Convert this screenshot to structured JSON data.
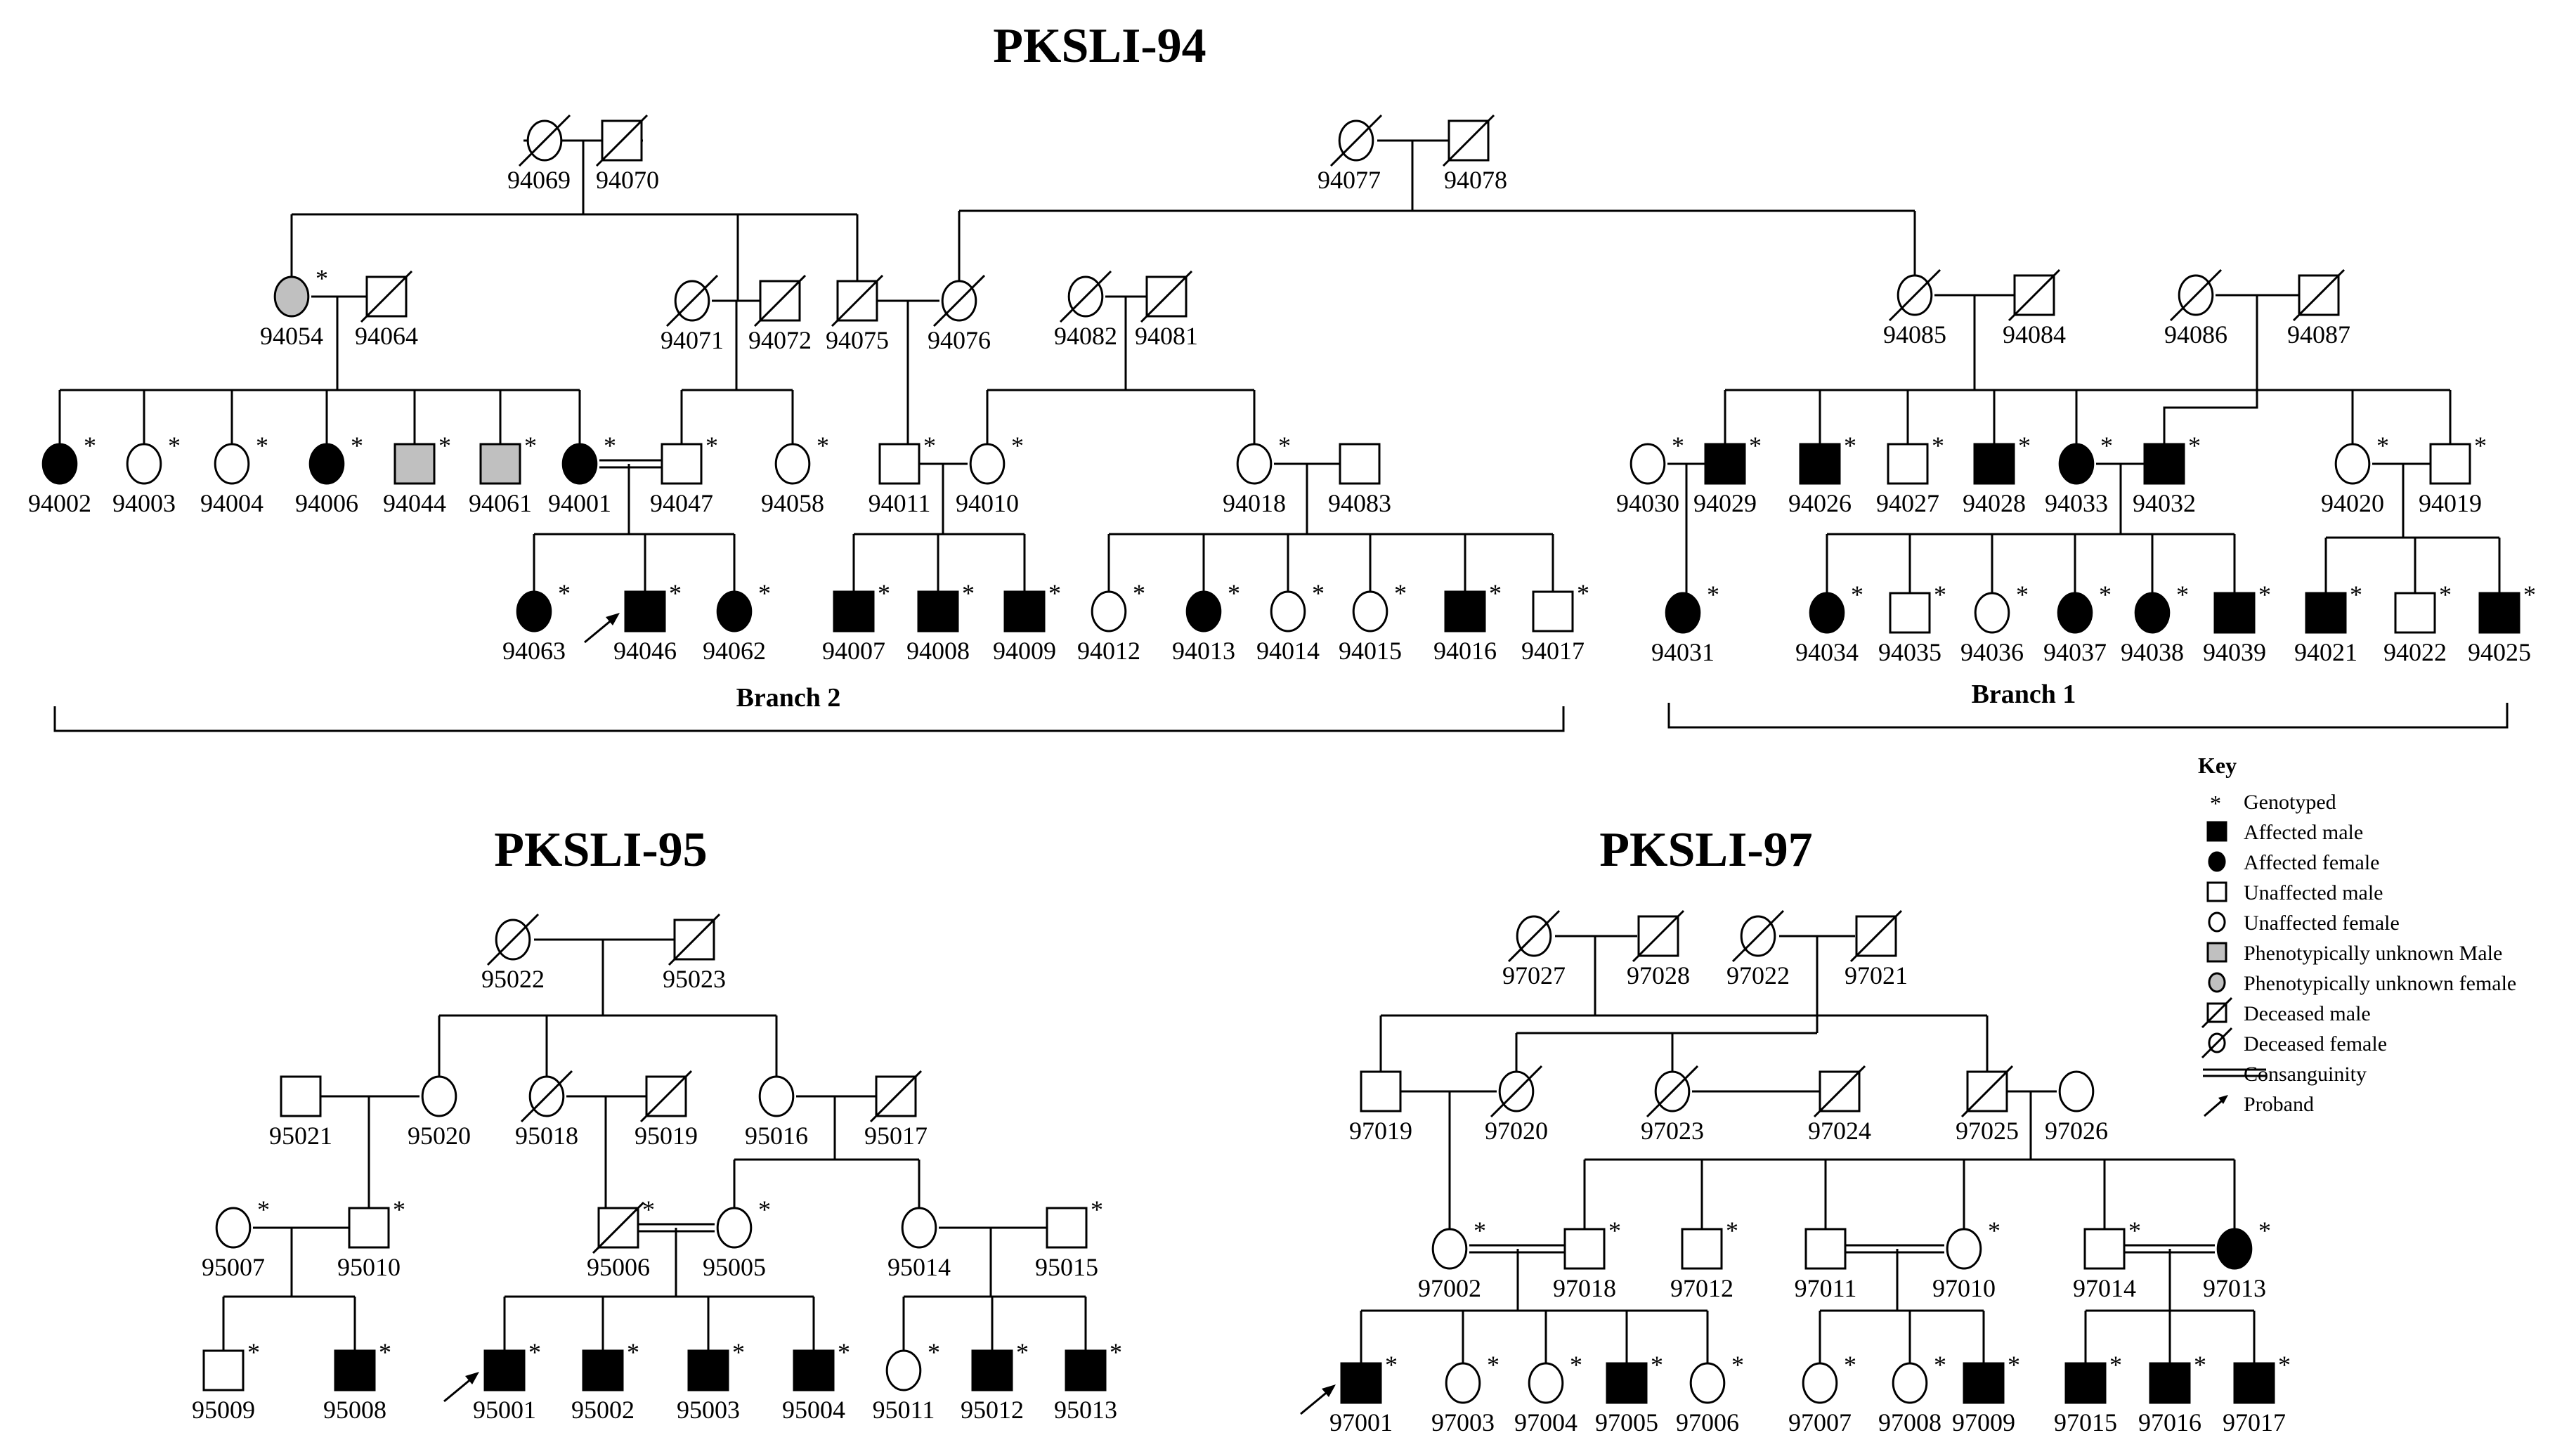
{
  "colors": {
    "line": "#000000",
    "affected": "#000000",
    "unaffected": "#ffffff",
    "unknown": "#c0c0c0"
  },
  "titles": {
    "p94": "PKSLI-94",
    "p95": "PKSLI-95",
    "p97": "PKSLI-97"
  },
  "branches": {
    "b1": "Branch  1",
    "b2": "Branch  2"
  },
  "key": {
    "title": "Key",
    "items": [
      {
        "symbol": "asterisk",
        "label": "Genotyped"
      },
      {
        "symbol": "square-filled",
        "label": "Affected male"
      },
      {
        "symbol": "circle-filled",
        "label": "Affected female"
      },
      {
        "symbol": "square-open",
        "label": "Unaffected male"
      },
      {
        "symbol": "circle-open",
        "label": "Unaffected female"
      },
      {
        "symbol": "square-grey",
        "label": "Phenotypically unknown Male"
      },
      {
        "symbol": "circle-grey",
        "label": "Phenotypically unknown female"
      },
      {
        "symbol": "square-deceased",
        "label": "Deceased male"
      },
      {
        "symbol": "circle-deceased",
        "label": "Deceased female"
      },
      {
        "symbol": "double-line",
        "label": "Consanguinity"
      },
      {
        "symbol": "arrow",
        "label": "Proband"
      }
    ]
  },
  "individuals": {
    "p94": [
      {
        "id": "94069",
        "sex": "f",
        "status": "deceased",
        "genotyped": false,
        "proband": false
      },
      {
        "id": "94070",
        "sex": "m",
        "status": "deceased",
        "genotyped": false,
        "proband": false
      },
      {
        "id": "94077",
        "sex": "f",
        "status": "deceased",
        "genotyped": false,
        "proband": false
      },
      {
        "id": "94078",
        "sex": "m",
        "status": "deceased",
        "genotyped": false,
        "proband": false
      },
      {
        "id": "94054",
        "sex": "f",
        "status": "unknown",
        "genotyped": true,
        "proband": false
      },
      {
        "id": "94064",
        "sex": "m",
        "status": "deceased",
        "genotyped": false,
        "proband": false
      },
      {
        "id": "94071",
        "sex": "f",
        "status": "deceased",
        "genotyped": false,
        "proband": false
      },
      {
        "id": "94072",
        "sex": "m",
        "status": "deceased",
        "genotyped": false,
        "proband": false
      },
      {
        "id": "94075",
        "sex": "m",
        "status": "deceased",
        "genotyped": false,
        "proband": false
      },
      {
        "id": "94076",
        "sex": "f",
        "status": "deceased",
        "genotyped": false,
        "proband": false
      },
      {
        "id": "94082",
        "sex": "f",
        "status": "deceased",
        "genotyped": false,
        "proband": false
      },
      {
        "id": "94081",
        "sex": "m",
        "status": "deceased",
        "genotyped": false,
        "proband": false
      },
      {
        "id": "94085",
        "sex": "f",
        "status": "deceased",
        "genotyped": false,
        "proband": false
      },
      {
        "id": "94084",
        "sex": "m",
        "status": "deceased",
        "genotyped": false,
        "proband": false
      },
      {
        "id": "94086",
        "sex": "f",
        "status": "deceased",
        "genotyped": false,
        "proband": false
      },
      {
        "id": "94087",
        "sex": "m",
        "status": "deceased",
        "genotyped": false,
        "proband": false
      },
      {
        "id": "94002",
        "sex": "f",
        "status": "affected",
        "genotyped": true,
        "proband": false
      },
      {
        "id": "94003",
        "sex": "f",
        "status": "unaffected",
        "genotyped": true,
        "proband": false
      },
      {
        "id": "94004",
        "sex": "f",
        "status": "unaffected",
        "genotyped": true,
        "proband": false
      },
      {
        "id": "94006",
        "sex": "f",
        "status": "affected",
        "genotyped": true,
        "proband": false
      },
      {
        "id": "94044",
        "sex": "m",
        "status": "unknown",
        "genotyped": true,
        "proband": false
      },
      {
        "id": "94061",
        "sex": "m",
        "status": "unknown",
        "genotyped": true,
        "proband": false
      },
      {
        "id": "94001",
        "sex": "f",
        "status": "affected",
        "genotyped": true,
        "proband": false
      },
      {
        "id": "94047",
        "sex": "m",
        "status": "unaffected",
        "genotyped": true,
        "proband": false
      },
      {
        "id": "94058",
        "sex": "f",
        "status": "unaffected",
        "genotyped": true,
        "proband": false
      },
      {
        "id": "94011",
        "sex": "m",
        "status": "unaffected",
        "genotyped": true,
        "proband": false
      },
      {
        "id": "94010",
        "sex": "f",
        "status": "unaffected",
        "genotyped": true,
        "proband": false
      },
      {
        "id": "94018",
        "sex": "f",
        "status": "unaffected",
        "genotyped": true,
        "proband": false
      },
      {
        "id": "94083",
        "sex": "m",
        "status": "unaffected",
        "genotyped": false,
        "proband": false
      },
      {
        "id": "94063",
        "sex": "f",
        "status": "affected",
        "genotyped": true,
        "proband": false
      },
      {
        "id": "94046",
        "sex": "m",
        "status": "affected",
        "genotyped": true,
        "proband": true
      },
      {
        "id": "94062",
        "sex": "f",
        "status": "affected",
        "genotyped": true,
        "proband": false
      },
      {
        "id": "94007",
        "sex": "m",
        "status": "affected",
        "genotyped": true,
        "proband": false
      },
      {
        "id": "94008",
        "sex": "m",
        "status": "affected",
        "genotyped": true,
        "proband": false
      },
      {
        "id": "94009",
        "sex": "m",
        "status": "affected",
        "genotyped": true,
        "proband": false
      },
      {
        "id": "94012",
        "sex": "f",
        "status": "unaffected",
        "genotyped": true,
        "proband": false
      },
      {
        "id": "94013",
        "sex": "f",
        "status": "affected",
        "genotyped": true,
        "proband": false
      },
      {
        "id": "94014",
        "sex": "f",
        "status": "unaffected",
        "genotyped": true,
        "proband": false
      },
      {
        "id": "94015",
        "sex": "f",
        "status": "unaffected",
        "genotyped": true,
        "proband": false
      },
      {
        "id": "94016",
        "sex": "m",
        "status": "affected",
        "genotyped": true,
        "proband": false
      },
      {
        "id": "94017",
        "sex": "m",
        "status": "unaffected",
        "genotyped": true,
        "proband": false
      },
      {
        "id": "94030",
        "sex": "f",
        "status": "unaffected",
        "genotyped": true,
        "proband": false
      },
      {
        "id": "94029",
        "sex": "m",
        "status": "affected",
        "genotyped": true,
        "proband": false
      },
      {
        "id": "94026",
        "sex": "m",
        "status": "affected",
        "genotyped": true,
        "proband": false
      },
      {
        "id": "94027",
        "sex": "m",
        "status": "unaffected",
        "genotyped": true,
        "proband": false
      },
      {
        "id": "94028",
        "sex": "m",
        "status": "affected",
        "genotyped": true,
        "proband": false
      },
      {
        "id": "94033",
        "sex": "f",
        "status": "affected",
        "genotyped": true,
        "proband": false
      },
      {
        "id": "94032",
        "sex": "m",
        "status": "affected",
        "genotyped": true,
        "proband": false
      },
      {
        "id": "94020",
        "sex": "f",
        "status": "unaffected",
        "genotyped": true,
        "proband": false
      },
      {
        "id": "94019",
        "sex": "m",
        "status": "unaffected",
        "genotyped": true,
        "proband": false
      },
      {
        "id": "94031",
        "sex": "f",
        "status": "affected",
        "genotyped": true,
        "proband": false
      },
      {
        "id": "94034",
        "sex": "f",
        "status": "affected",
        "genotyped": true,
        "proband": false
      },
      {
        "id": "94035",
        "sex": "m",
        "status": "unaffected",
        "genotyped": true,
        "proband": false
      },
      {
        "id": "94036",
        "sex": "f",
        "status": "unaffected",
        "genotyped": true,
        "proband": false
      },
      {
        "id": "94037",
        "sex": "f",
        "status": "affected",
        "genotyped": true,
        "proband": false
      },
      {
        "id": "94038",
        "sex": "f",
        "status": "affected",
        "genotyped": true,
        "proband": false
      },
      {
        "id": "94039",
        "sex": "m",
        "status": "affected",
        "genotyped": true,
        "proband": false
      },
      {
        "id": "94021",
        "sex": "m",
        "status": "affected",
        "genotyped": true,
        "proband": false
      },
      {
        "id": "94022",
        "sex": "m",
        "status": "unaffected",
        "genotyped": true,
        "proband": false
      },
      {
        "id": "94025",
        "sex": "m",
        "status": "affected",
        "genotyped": true,
        "proband": false
      }
    ],
    "p95": [
      {
        "id": "95022",
        "sex": "f",
        "status": "deceased",
        "genotyped": false,
        "proband": false
      },
      {
        "id": "95023",
        "sex": "m",
        "status": "deceased",
        "genotyped": false,
        "proband": false
      },
      {
        "id": "95021",
        "sex": "m",
        "status": "unaffected",
        "genotyped": false,
        "proband": false
      },
      {
        "id": "95020",
        "sex": "f",
        "status": "unaffected",
        "genotyped": false,
        "proband": false
      },
      {
        "id": "95018",
        "sex": "f",
        "status": "deceased",
        "genotyped": false,
        "proband": false
      },
      {
        "id": "95019",
        "sex": "m",
        "status": "deceased",
        "genotyped": false,
        "proband": false
      },
      {
        "id": "95016",
        "sex": "f",
        "status": "unaffected",
        "genotyped": false,
        "proband": false
      },
      {
        "id": "95017",
        "sex": "m",
        "status": "deceased",
        "genotyped": false,
        "proband": false
      },
      {
        "id": "95007",
        "sex": "f",
        "status": "unaffected",
        "genotyped": true,
        "proband": false
      },
      {
        "id": "95010",
        "sex": "m",
        "status": "unaffected",
        "genotyped": true,
        "proband": false
      },
      {
        "id": "95006",
        "sex": "m",
        "status": "deceased",
        "genotyped": true,
        "proband": false
      },
      {
        "id": "95005",
        "sex": "f",
        "status": "unaffected",
        "genotyped": true,
        "proband": false
      },
      {
        "id": "95014",
        "sex": "f",
        "status": "unaffected",
        "genotyped": false,
        "proband": false
      },
      {
        "id": "95015",
        "sex": "m",
        "status": "unaffected",
        "genotyped": true,
        "proband": false
      },
      {
        "id": "95009",
        "sex": "m",
        "status": "unaffected",
        "genotyped": true,
        "proband": false
      },
      {
        "id": "95008",
        "sex": "m",
        "status": "affected",
        "genotyped": true,
        "proband": false
      },
      {
        "id": "95001",
        "sex": "m",
        "status": "affected",
        "genotyped": true,
        "proband": true
      },
      {
        "id": "95002",
        "sex": "m",
        "status": "affected",
        "genotyped": true,
        "proband": false
      },
      {
        "id": "95003",
        "sex": "m",
        "status": "affected",
        "genotyped": true,
        "proband": false
      },
      {
        "id": "95004",
        "sex": "m",
        "status": "affected",
        "genotyped": true,
        "proband": false
      },
      {
        "id": "95011",
        "sex": "f",
        "status": "unaffected",
        "genotyped": true,
        "proband": false
      },
      {
        "id": "95012",
        "sex": "m",
        "status": "affected",
        "genotyped": true,
        "proband": false
      },
      {
        "id": "95013",
        "sex": "m",
        "status": "affected",
        "genotyped": true,
        "proband": false
      }
    ],
    "p97": [
      {
        "id": "97027",
        "sex": "f",
        "status": "deceased",
        "genotyped": false,
        "proband": false
      },
      {
        "id": "97028",
        "sex": "m",
        "status": "deceased",
        "genotyped": false,
        "proband": false
      },
      {
        "id": "97022",
        "sex": "f",
        "status": "deceased",
        "genotyped": false,
        "proband": false
      },
      {
        "id": "97021",
        "sex": "m",
        "status": "deceased",
        "genotyped": false,
        "proband": false
      },
      {
        "id": "97019",
        "sex": "m",
        "status": "unaffected",
        "genotyped": false,
        "proband": false
      },
      {
        "id": "97020",
        "sex": "f",
        "status": "deceased",
        "genotyped": false,
        "proband": false
      },
      {
        "id": "97023",
        "sex": "f",
        "status": "deceased",
        "genotyped": false,
        "proband": false
      },
      {
        "id": "97024",
        "sex": "m",
        "status": "deceased",
        "genotyped": false,
        "proband": false
      },
      {
        "id": "97025",
        "sex": "m",
        "status": "deceased",
        "genotyped": false,
        "proband": false
      },
      {
        "id": "97026",
        "sex": "f",
        "status": "unaffected",
        "genotyped": false,
        "proband": false
      },
      {
        "id": "97002",
        "sex": "f",
        "status": "unaffected",
        "genotyped": true,
        "proband": false
      },
      {
        "id": "97018",
        "sex": "m",
        "status": "unaffected",
        "genotyped": true,
        "proband": false
      },
      {
        "id": "97012",
        "sex": "m",
        "status": "unaffected",
        "genotyped": true,
        "proband": false
      },
      {
        "id": "97011",
        "sex": "m",
        "status": "unaffected",
        "genotyped": false,
        "proband": false
      },
      {
        "id": "97010",
        "sex": "f",
        "status": "unaffected",
        "genotyped": true,
        "proband": false
      },
      {
        "id": "97014",
        "sex": "m",
        "status": "unaffected",
        "genotyped": true,
        "proband": false
      },
      {
        "id": "97013",
        "sex": "f",
        "status": "affected",
        "genotyped": true,
        "proband": false
      },
      {
        "id": "97001",
        "sex": "m",
        "status": "affected",
        "genotyped": true,
        "proband": true
      },
      {
        "id": "97003",
        "sex": "f",
        "status": "unaffected",
        "genotyped": true,
        "proband": false
      },
      {
        "id": "97004",
        "sex": "f",
        "status": "unaffected",
        "genotyped": true,
        "proband": false
      },
      {
        "id": "97005",
        "sex": "m",
        "status": "affected",
        "genotyped": true,
        "proband": false
      },
      {
        "id": "97006",
        "sex": "f",
        "status": "unaffected",
        "genotyped": true,
        "proband": false
      },
      {
        "id": "97007",
        "sex": "f",
        "status": "unaffected",
        "genotyped": true,
        "proband": false
      },
      {
        "id": "97008",
        "sex": "f",
        "status": "unaffected",
        "genotyped": true,
        "proband": false
      },
      {
        "id": "97009",
        "sex": "m",
        "status": "affected",
        "genotyped": true,
        "proband": false
      },
      {
        "id": "97015",
        "sex": "m",
        "status": "affected",
        "genotyped": true,
        "proband": false
      },
      {
        "id": "97016",
        "sex": "m",
        "status": "affected",
        "genotyped": true,
        "proband": false
      },
      {
        "id": "97017",
        "sex": "m",
        "status": "affected",
        "genotyped": true,
        "proband": false
      }
    ]
  }
}
